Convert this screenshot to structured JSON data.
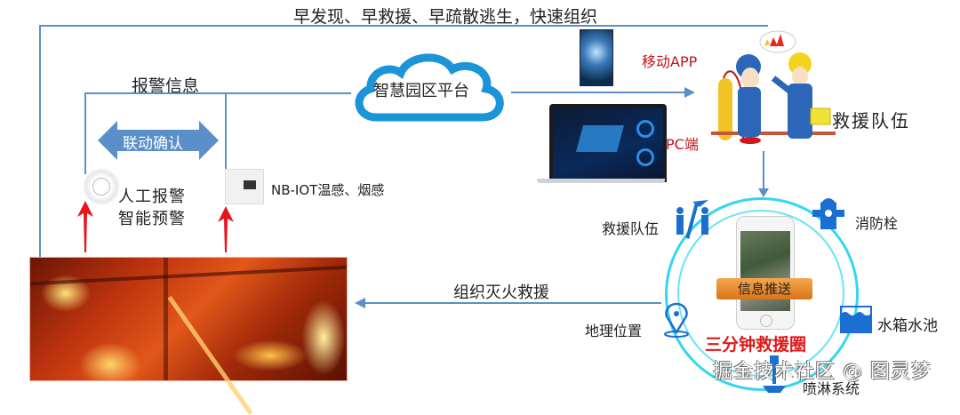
{
  "diagram": {
    "top_banner": "早发现、早救援、早疏散逃生，快速组织",
    "alarm_info_label": "报警信息",
    "linkage_confirm_label": "联动确认",
    "platform_label": "智慧园区平台",
    "manual_alarm": {
      "line1": "人工报警",
      "line2": "智能预警"
    },
    "iot_sensor_label": "NB-IOT温感、烟感",
    "mobile_app_label": "移动APP",
    "pc_label": "PC端",
    "rescue_team_top_label": "救援队伍",
    "organize_rescue_label": "组织灭火救援",
    "circle": {
      "title": "三分钟救援圈",
      "push_label": "信息推送",
      "nodes": {
        "rescue_team": "救援队伍",
        "hydrant": "消防栓",
        "location": "地理位置",
        "water_tank": "水箱水池",
        "sprinkler": "喷淋系统"
      }
    },
    "watermark": "掘金技术社区 @ 图灵梦"
  },
  "colors": {
    "line_blue": "#5b8fc9",
    "cloud_blue": "#1c95d8",
    "accent_red": "#c0141a",
    "arrow_red": "#e8141a",
    "ring_cyan": "#34d6f0",
    "icon_blue": "#1a6fd0",
    "push_orange": "#e58a2a"
  }
}
